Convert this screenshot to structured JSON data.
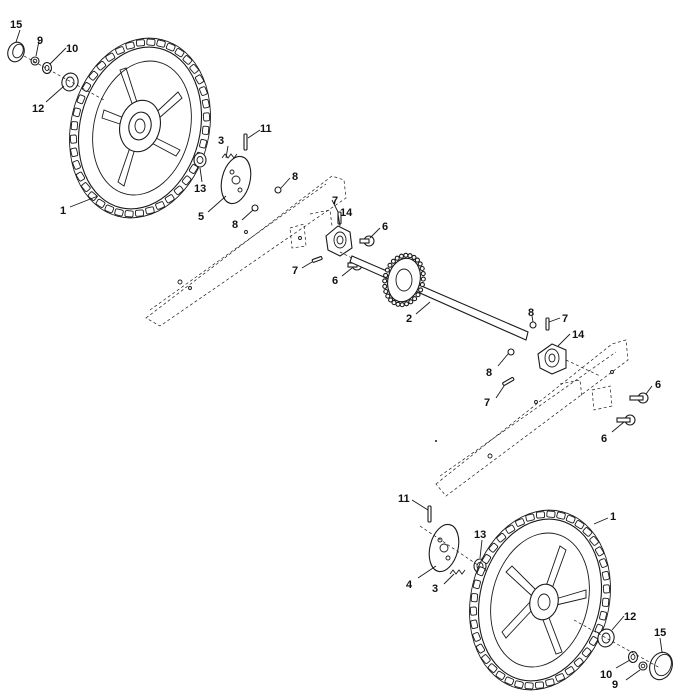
{
  "diagram": {
    "type": "exploded-parts-view",
    "background_color": "#ffffff",
    "line_color": "#1a1a1a",
    "callouts": [
      {
        "id": "c15-top",
        "label": "15"
      },
      {
        "id": "c9-top",
        "label": "9"
      },
      {
        "id": "c10-top",
        "label": "10"
      },
      {
        "id": "c12-top",
        "label": "12"
      },
      {
        "id": "c1-top",
        "label": "1"
      },
      {
        "id": "c3-top",
        "label": "3"
      },
      {
        "id": "c11-top",
        "label": "11"
      },
      {
        "id": "c13-top",
        "label": "13"
      },
      {
        "id": "c5",
        "label": "5"
      },
      {
        "id": "c8-a",
        "label": "8"
      },
      {
        "id": "c8-b",
        "label": "8"
      },
      {
        "id": "c7-a",
        "label": "7"
      },
      {
        "id": "c14-a",
        "label": "14"
      },
      {
        "id": "c6-a",
        "label": "6"
      },
      {
        "id": "c7-b",
        "label": "7"
      },
      {
        "id": "c6-b",
        "label": "6"
      },
      {
        "id": "c2",
        "label": "2"
      },
      {
        "id": "c8-c",
        "label": "8"
      },
      {
        "id": "c7-c",
        "label": "7"
      },
      {
        "id": "c14-b",
        "label": "14"
      },
      {
        "id": "c8-d",
        "label": "8"
      },
      {
        "id": "c7-d",
        "label": "7"
      },
      {
        "id": "c6-c",
        "label": "6"
      },
      {
        "id": "c6-d",
        "label": "6"
      },
      {
        "id": "c11-bot",
        "label": "11"
      },
      {
        "id": "c1-bot",
        "label": "1"
      },
      {
        "id": "c13-bot",
        "label": "13"
      },
      {
        "id": "c4",
        "label": "4"
      },
      {
        "id": "c3-bot",
        "label": "3"
      },
      {
        "id": "c12-bot",
        "label": "12"
      },
      {
        "id": "c15-bot",
        "label": "15"
      },
      {
        "id": "c10-bot",
        "label": "10"
      },
      {
        "id": "c9-bot",
        "label": "9"
      }
    ]
  }
}
